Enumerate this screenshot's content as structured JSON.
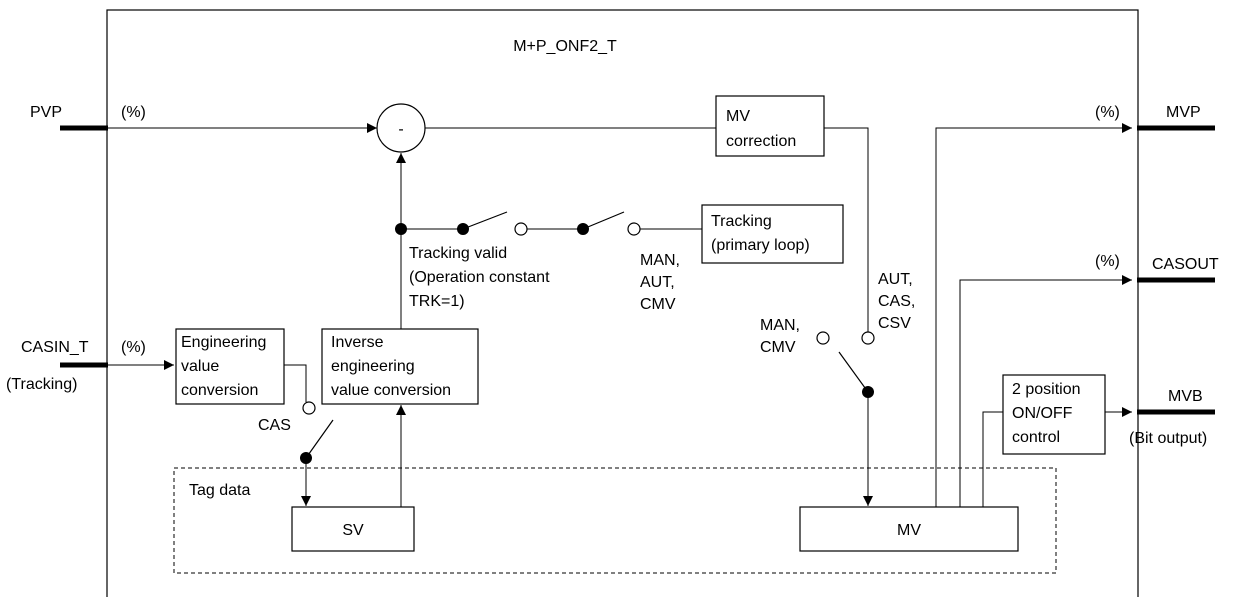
{
  "title": "M+P_ONF2_T",
  "ports": {
    "pvp": "PVP",
    "casin": "CASIN_T",
    "casin_sub": "(Tracking)",
    "mvp": "MVP",
    "casout": "CASOUT",
    "mvb": "MVB",
    "mvb_sub": "(Bit output)"
  },
  "units": {
    "pvp": "(%)",
    "casin": "(%)",
    "mvp": "(%)",
    "casout": "(%)"
  },
  "blocks": {
    "subtract": "-",
    "mv_correction": [
      "MV",
      "correction"
    ],
    "tracking_primary": [
      "Tracking",
      "(primary loop)"
    ],
    "eng_conv": [
      "Engineering",
      "value",
      "conversion"
    ],
    "inv_eng_conv": [
      "Inverse",
      "engineering",
      "value conversion"
    ],
    "two_position": [
      "2 position",
      "ON/OFF",
      "control"
    ],
    "sv": "SV",
    "mv": "MV"
  },
  "labels": {
    "tracking_valid": [
      "Tracking valid",
      "(Operation constant",
      "TRK=1)"
    ],
    "man_aut_cmv": [
      "MAN,",
      "AUT,",
      "CMV"
    ],
    "aut_cas_csv": [
      "AUT,",
      "CAS,",
      "CSV"
    ],
    "man_cmv": [
      "MAN,",
      "CMV"
    ],
    "cas": "CAS",
    "tag_data": "Tag data"
  }
}
